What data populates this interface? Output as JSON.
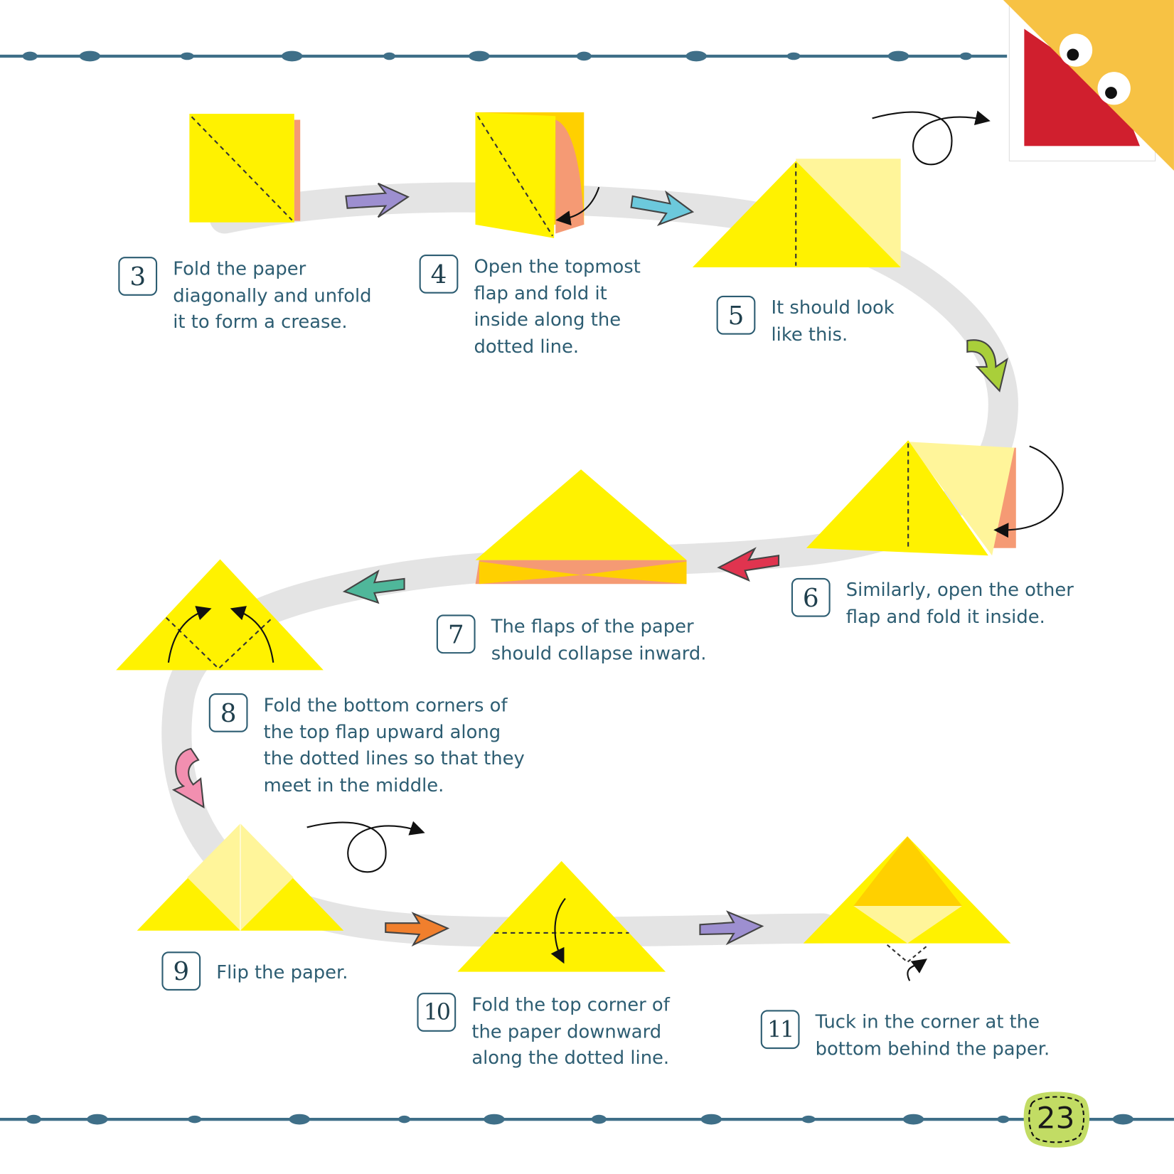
{
  "page_number": "23",
  "colors": {
    "text": "#2d5d72",
    "paper": "#fff200",
    "paper_light": "#fff59a",
    "paper_back": "#f59a74",
    "rope": "#3f6f88",
    "badge": "#c2dc64"
  },
  "steps": [
    {
      "number": "3",
      "lines": [
        "Fold the paper",
        "diagonally and unfold",
        "it to form a crease."
      ]
    },
    {
      "number": "4",
      "lines": [
        "Open the topmost",
        "flap and fold it",
        "inside along the",
        "dotted line."
      ]
    },
    {
      "number": "5",
      "lines": [
        "It should look",
        "like this."
      ]
    },
    {
      "number": "6",
      "lines": [
        "Similarly, open the other",
        "flap and fold it inside."
      ]
    },
    {
      "number": "7",
      "lines": [
        "The flaps of the paper",
        "should collapse inward."
      ]
    },
    {
      "number": "8",
      "lines": [
        "Fold the bottom corners of",
        "the top flap upward along",
        "the dotted lines so that they",
        "meet in the middle."
      ]
    },
    {
      "number": "9",
      "lines": [
        "Flip the paper."
      ]
    },
    {
      "number": "10",
      "lines": [
        "Fold the top corner of",
        "the paper downward",
        "along the dotted line."
      ]
    },
    {
      "number": "11",
      "lines": [
        "Tuck in the corner at the",
        "bottom behind the paper."
      ]
    }
  ]
}
